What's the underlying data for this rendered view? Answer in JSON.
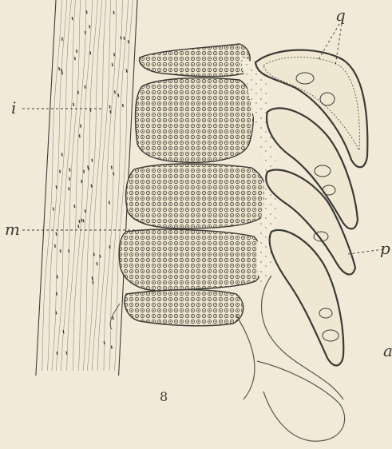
{
  "figure": {
    "number": "8",
    "labels": {
      "i": "i",
      "m": "m",
      "q": "q",
      "p": "p",
      "a": "a"
    }
  },
  "colors": {
    "paper": "#f1ead8",
    "ink": "#3c3a36",
    "stipple": "#4a463f",
    "light_ink": "#8a857a"
  }
}
